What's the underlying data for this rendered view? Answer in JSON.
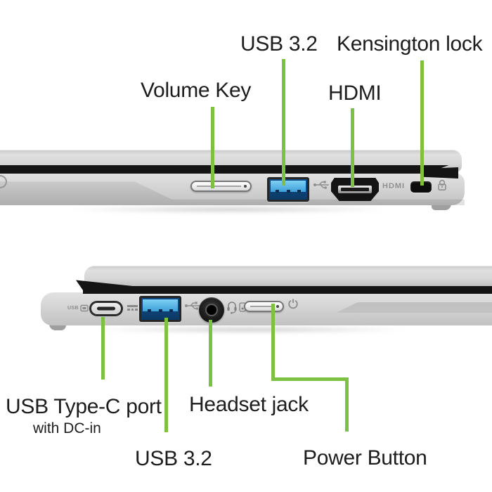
{
  "colors": {
    "background": "#ffffff",
    "leader_green": "#7cc142",
    "label_text": "#1d1d1d",
    "laptop_silver": "#d4d4d4",
    "hinge_black": "#141414",
    "usb_blue": "#3d9fd8"
  },
  "top_view": {
    "labels": {
      "usb32": "USB 3.2",
      "kensington": "Kensington lock",
      "volume_key": "Volume Key",
      "hdmi": "HDMI"
    },
    "markings": {
      "hdmi_logo": "HDMI"
    },
    "icons": [
      "usb-trident-icon",
      "kensington-lock-icon"
    ]
  },
  "bottom_view": {
    "labels": {
      "usb_type_c": "USB Type-C port",
      "usb_type_c_sub": "with DC-in",
      "headset_jack": "Headset jack",
      "usb32": "USB 3.2",
      "power_button": "Power Button"
    },
    "markings": {
      "usb_logo": "USB"
    },
    "icons": [
      "usb-logo-icon",
      "dc-in-icon",
      "usb-trident-icon",
      "headset-icon",
      "combo-jack-icon",
      "power-icon"
    ]
  }
}
